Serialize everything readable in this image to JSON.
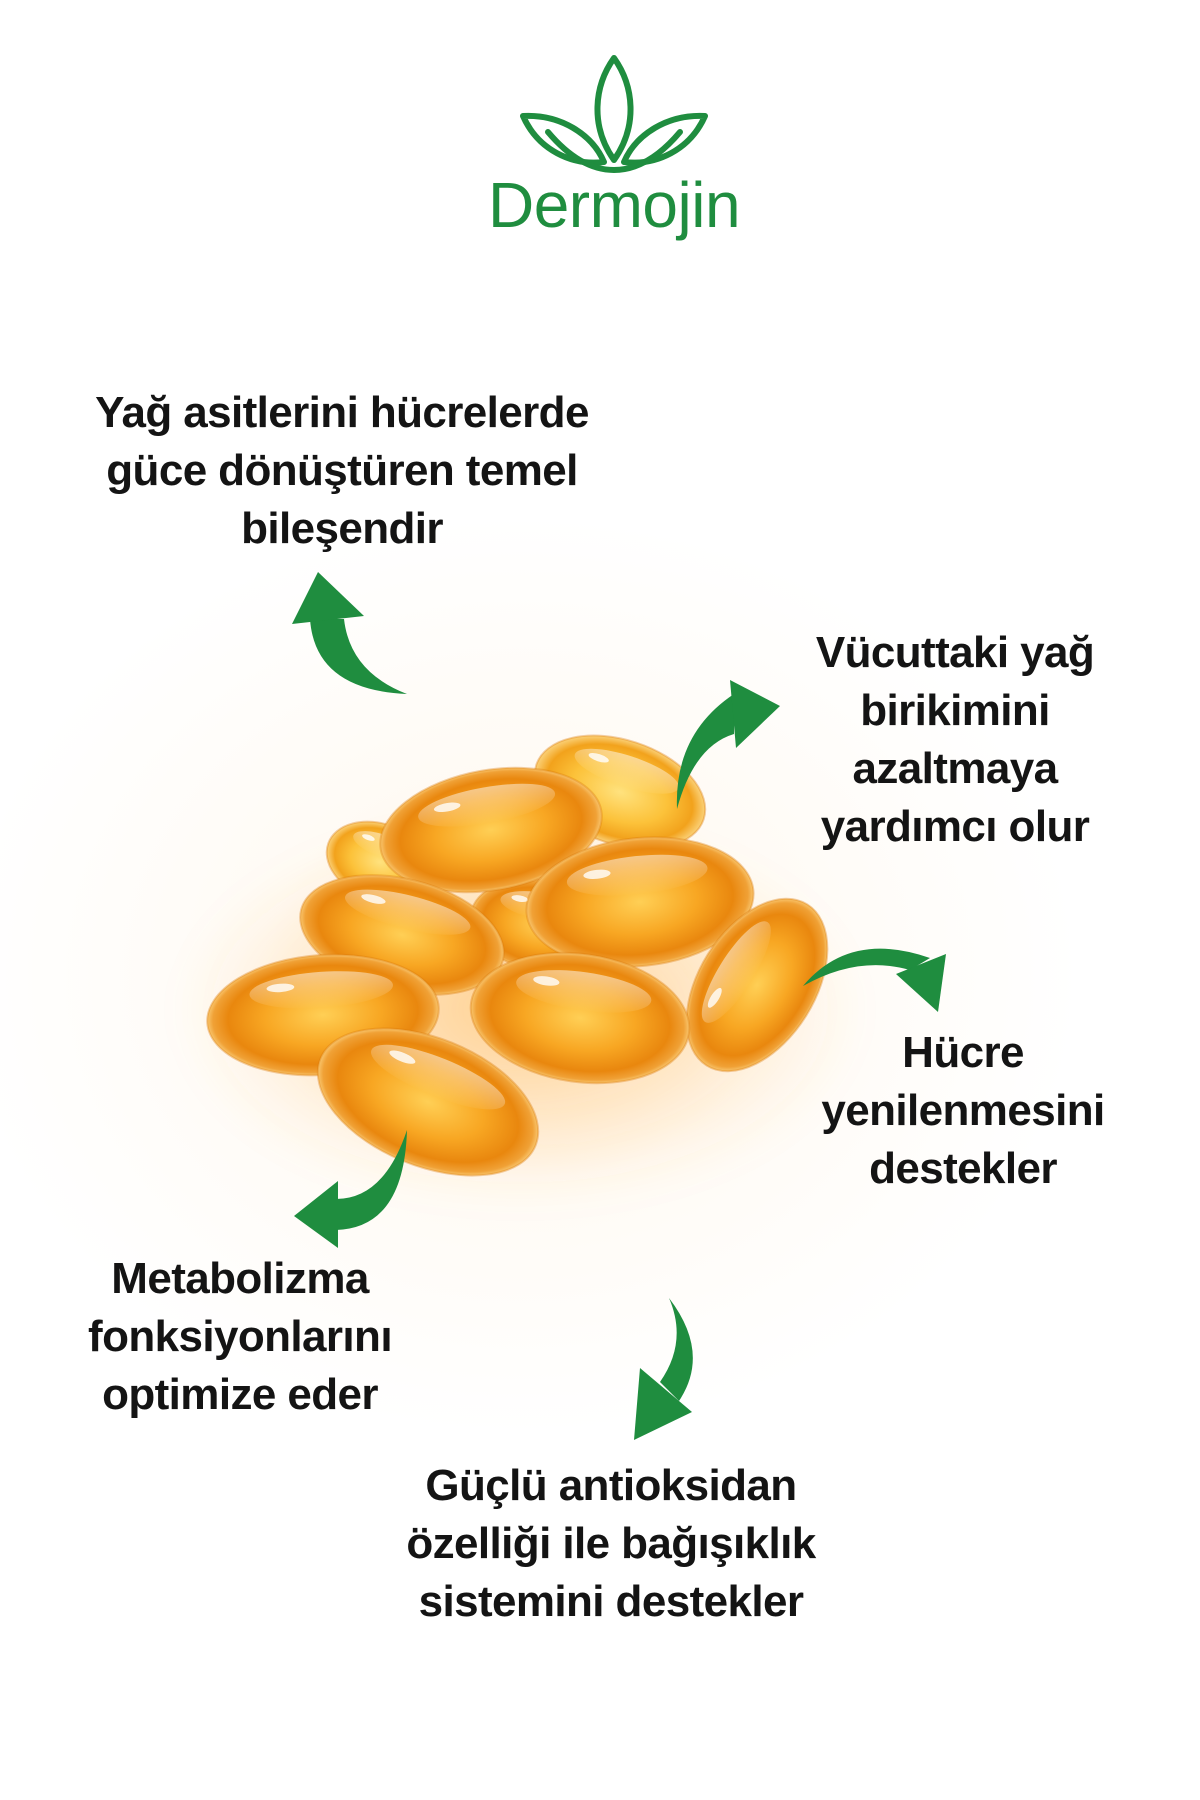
{
  "brand": {
    "name": "Dermojin",
    "logo_icon": "leaf-logo-icon"
  },
  "colors": {
    "accent": "#1f8d3f",
    "text": "#141414",
    "capsule": "#f4a21e",
    "background": "#ffffff"
  },
  "benefits": [
    {
      "lines": [
        "Yağ asitlerini hücrelerde",
        "güce dönüştüren temel",
        "bileşendir"
      ],
      "arrow_icon": "curved-arrow-up-icon"
    },
    {
      "lines": [
        "Vücuttaki yağ",
        "birikimini",
        "azaltmaya",
        "yardımcı olur"
      ],
      "arrow_icon": "curved-arrow-up-right-icon"
    },
    {
      "lines": [
        "Hücre",
        "yenilenmesini",
        "destekler"
      ],
      "arrow_icon": "curved-arrow-down-right-icon"
    },
    {
      "lines": [
        "Metabolizma",
        "fonksiyonlarını",
        "optimize eder"
      ],
      "arrow_icon": "curved-arrow-down-left-icon"
    },
    {
      "lines": [
        "Güçlü antioksidan",
        "özelliği ile bağışıklık",
        "sistemini destekler"
      ],
      "arrow_icon": "curved-arrow-down-icon"
    }
  ]
}
